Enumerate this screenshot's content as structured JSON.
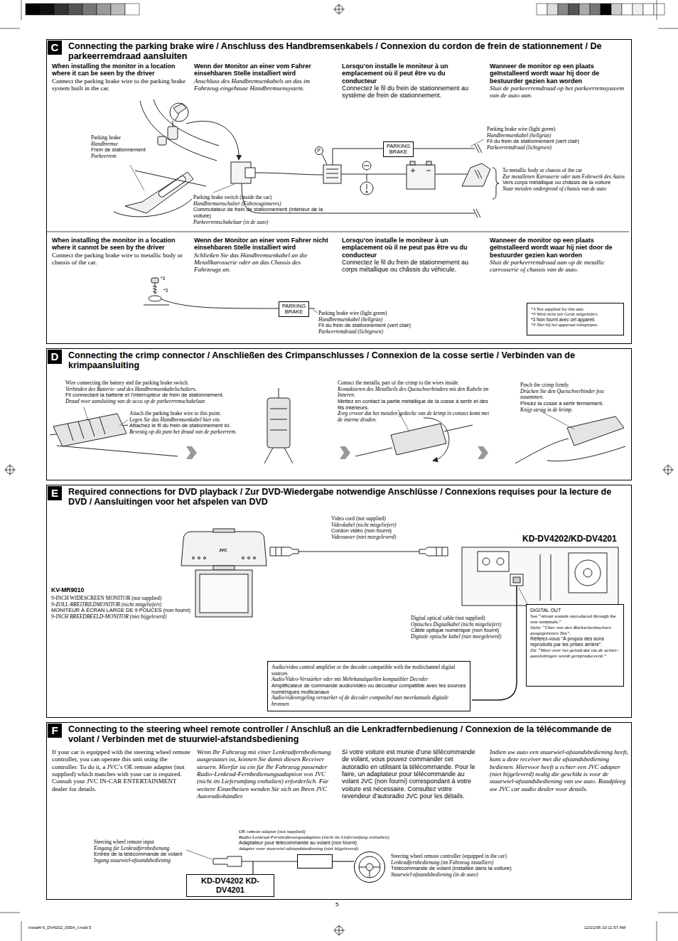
{
  "diagram": {
    "nodes": [
      {
        "text": [
          "Connecting the parking brake wire / Anschluss des Handbremsenkabels / Connexion du cordon de frein de stationnement / De parkeerremdraad aansluiten"
        ]
      },
      {
        "text": [
          "C"
        ],
        "in": 0
      },
      {
        "text": [
          "PARKING BRAKE"
        ],
        "in": 0
      },
      {
        "text": [
          "PARKING BRAKE"
        ],
        "in": 0
      },
      {
        "text": [
          "*3 Not supplied for this unit.",
          "*3 Wird nicht mit Gerät mitgeliefert.",
          "*3 Non fourni avec cet appareil.",
          "*3 Niet bij het apparaat inbegrepen."
        ],
        "in": 0
      },
      {
        "text": [
          "Connecting the crimp connector / Anschließen des Crimpanschlusses / Connexion de la cosse sertie / Verbinden van de krimpaansluiting"
        ]
      },
      {
        "text": [
          "D"
        ],
        "in": 5
      },
      {
        "text": [
          "Required connections for DVD playback / Zur DVD-Wiedergabe notwendige Anschlüsse / Connexions requises pour la lecture de DVD / Aansluitingen voor het afspelen van DVD"
        ]
      },
      {
        "text": [
          "E"
        ],
        "in": 7
      },
      {
        "text": [
          "DIGITAL OUT",
          "See “About sounds reproduced through the rear terminals.”",
          "Siehe “Über von den Rückseitenbuchsen ausgegebenen Ton”.",
          "Référez-vous “À propos des sons reproduits par les prises arrière”.",
          "Zie “Meer over het geluid dat via de achter-aansluitingen wordt gereproduceerd.”"
        ],
        "in": 7
      },
      {
        "text": [
          "Audio/video control amplifier or the decoder compatible with the multichannel digital sources",
          "Audio/Video-Verstärker oder mit Mehrkanalquellen kompatibler Decoder",
          "Amplificateur de commande audio/vidéo ou décodeur compatible avec les sources numériques multicanaux",
          "Audio/videoregeling versterker of de decoder compatibel met meerkanaals digitale bronnen"
        ],
        "in": 7
      },
      {
        "text": [
          "Connecting to the steering wheel remote controller / Anschluß an die Lenkradfernbedienung / Connexion de la télécommande de volant / Verbinden met de stuurwiel-afstandsbediening"
        ]
      },
      {
        "text": [
          "F"
        ],
        "in": 11
      },
      {
        "text": [
          "KD-DV4202 KD-DV4201"
        ],
        "in": 11
      },
      {
        "text": [
          "OE remote adapter (not supplied)",
          "Radio-Lenkrad-Fernbedienungsadaption (nicht im Lieferumfang enthalten)",
          "Adaptateur pour télécommande au volant (non fourni)",
          "Adapter voor stuurwiel-afstandsbediening (niet bijgeleverd)"
        ],
        "in": 11
      },
      {
        "text": [
          "Steering wheel remote controller (equipped in the car)",
          "Lenkradfernbedienung (im Fahrzeug installiert)",
          "Télécommande de volant (installée dans la voiture)",
          "Stuurwiel-afstandsbediening (in de auto)"
        ],
        "in": 11
      }
    ],
    "edges": [
      {
        "from": 13,
        "to": 14,
        "arrow": "none"
      },
      {
        "from": 14,
        "to": 15,
        "arrow": "none"
      }
    ],
    "labels": [
      "When installing the monitor in a location where it can be seen by the driver",
      "Connect the parking brake wire to the parking brake system built in the car.",
      "Wenn der Monitor an einer vom Fahrer einsehbaren Stelle installiert wird",
      "Anschluss des Handbremsenkabels an das im Fahrzeug eingebaute Handbremsensystem.",
      "Lorsqu’on installe le moniteur à un emplacement où il peut être vu du conducteur",
      "Connectez le fil du frein de stationnement au système de frein de stationnement.",
      "Wanneer de monitor op een plaats geïnstalleerd wordt waar hij door de bestuurder gezien kan worden",
      "Sluit de parkeerremdraad op het parkeerremsysteem van de auto aan.",
      "Parking brake",
      "Handbremse",
      "Frein de stationnement",
      "Parkeerrem",
      "P",
      "Parking brake switch (inside the car)",
      "Handbremsenschalter (Fahrzeuginneres)",
      "Commutateur de frein de stationnement (intérieur de la voiture)",
      "Parkeerremschakelaar (in de auto)",
      "Parking brake wire (light green)",
      "Handbremsenkabel (hellgrün)",
      "Fil du frein de stationnement (vert clair)",
      "Parkeerremdraad (lichtgroen)",
      "To metallic body or chassis of the car",
      "Zur metallenen Karosserie oder zum Fahrwerk des Autos",
      "Vers corps métallique ou châssis de la voiture",
      "Naar metalen ondergrond of chassis van de auto",
      "When installing the monitor in a location where it cannot be seen by the driver",
      "Connect the parking brake wire to metallic body or chassis of the car.",
      "Wenn der Monitor an einer vom Fahrer nicht einsehbaren Stelle installiert wird",
      "Schließen Sie das Handbremsenkabel an die Metallkarosserie oder an das Chassis des Fahrzeugs an.",
      "Lorsqu’on installe le moniteur à un emplacement où il ne peut pas être vu du conducteur",
      "Connectez le fil du frein de stationnement au corps métallique ou châssis du véhicule.",
      "Wanneer de monitor op een plaats geïnstalleerd wordt waar hij niet door de bestuurder gezien kan worden",
      "Sluit de parkeerremdraad aan op de metallic carrosserie of chassis van de auto.",
      "*3",
      "*3",
      "Parking brake wire (light green)",
      "Handbremsenkabel (hellgrün)",
      "Fil du frein de stationnement (vert clair)",
      "Parkeerremdraad (lichtgroen)",
      "Wire connecting the battery and the parking brake switch.",
      "Verbinden des Batterie- und des Handbremsenkabelschalters.",
      "Fil connectant la batterie et l’interrupteur de frein de stationnement.",
      "Draad voor aansluiting van de accu op de parkeerremschakelaar.",
      "Attach the parking brake wire to this point.",
      "Legen Sie das Handbremsenkabel hier ein.",
      "Attachez le fil du frein de stationnement ici.",
      "Bevestig op dit punt het draad van de parkeerrem.",
      "Contact the metallic part of the crimp to the wires inside.",
      "Kontaktieren des Metallteils des Quetschverbinders mit den Kabeln im Inneren.",
      "Mettez en contact la partie métallique de la cosse à sertir et des fils intérieurs.",
      "Zorg ervoor dat het metalen gedeelte van de krimp in contact komt met de interne draden.",
      "Pinch the crimp firmly.",
      "Drücken Sie den Quetschverbinder fest zusammen.",
      "Pincez la cosse à sertir fermement.",
      "Knijp stevig in de krimp.",
      "Video cord (not supplied)",
      "Videokabel (nicht mitgeliefert)",
      "Cordon vidéo (non fourni)",
      "Videosnoer (niet meegeleverd)",
      "KD-DV4202/KD-DV4201",
      "JVC",
      "KV-MR9010",
      "9-INCH WIDESCREEN MONITOR (not supplied)",
      "9-ZOLL-BREITBILDMONITOR (nicht mitgeliefert)",
      "MONITEUR À ÉCRAN LARGE DE 9 POUCES (non fourni)",
      "9-INCH BREEDBEELD-MONITOR (niet bijgeleverd)",
      "Digital optical cable (not supplied)",
      "Optisches Digitalkabel (nicht mitgeliefert)",
      "Câble optique numérique (non fourni)",
      "Digitale optische kabel (niet meegeleverd)",
      "If your car is equipped with the steering wheel remote controller, you can operate this unit using the controller. To do it, a JVC’s OE remote adapter (not supplied) which matches with your car is required. Consult your JVC IN-CAR ENTERTAINMENT dealer for details.",
      "Wenn Ihr Fahrzeug mit einer Lenkradfernbedienung ausgestattet ist, können Sie damit diesen Receiver steuern. Hierfür ist ein für Ihr Fahrzeug passender Radio-Lenkrad-Fernbedienungsadaption von JVC (nicht im Lieferumfang enthalten) erforderlich. Für weitere Einzelheiten wenden Sie sich an Ihren JVC Autoradiohändler.",
      "Si votre voiture est munie d’une télécommande de volant, vous pouvez commander cet autoradio en utilisant la télécommande. Pour le faire, un adaptateur pour télécommande au volant JVC (non fourni) correspondant à votre voiture est nécessaire. Consultez votre revendeur d’autoradio JVC pour les détails.",
      "Indien uw auto een stuurwiel-afstandsbediening heeft, kunt u deze receiver met die afstandsbediening bedienen. Hiervoor heeft u echter een JVC adapter (niet bijgeleverd) nodig die geschikt is voor de stuurwiel-afstandsbediening van uw auto. Raadpleeg uw JVC car audio dealer voor details.",
      "Steering wheel remote input",
      "Eingang für Lenkradfernbedienung",
      "Entrée de la télécommande de volant",
      "Ingang stuurwiel-afstandsbediening",
      "5",
      "Instal4-6_DV4202_005A_f.indd 5",
      "12/21/05 10:11:57 AM"
    ]
  }
}
